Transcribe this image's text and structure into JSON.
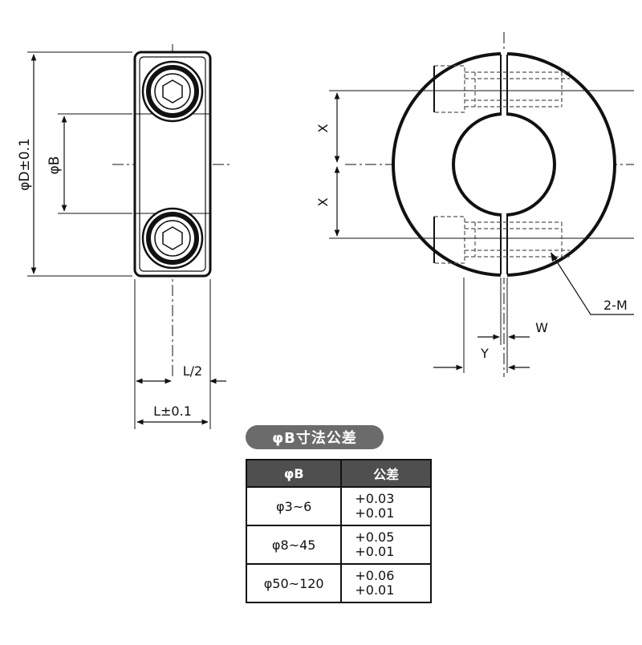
{
  "side_view": {
    "dim_outer_diameter": "φD±0.1",
    "dim_bore": "φB",
    "dim_half_length": "L/2",
    "dim_length": "L±0.1"
  },
  "front_view": {
    "dim_x_upper": "X",
    "dim_x_lower": "X",
    "dim_slot_width": "W",
    "dim_screw_offset": "Y",
    "dim_screw_callout": "2-M"
  },
  "tolerance_table": {
    "title": "φB寸法公差",
    "headers": [
      "φB",
      "公差"
    ],
    "rows": [
      {
        "range": "φ3~6",
        "upper": "+0.03",
        "lower": "+0.01"
      },
      {
        "range": "φ8~45",
        "upper": "+0.05",
        "lower": "+0.01"
      },
      {
        "range": "φ50~120",
        "upper": "+0.06",
        "lower": "+0.01"
      }
    ]
  },
  "colors": {
    "line": "#111111",
    "header_fill": "#4f4f4f",
    "title_fill": "#6b6b6b",
    "hidden_line": "#555555"
  }
}
